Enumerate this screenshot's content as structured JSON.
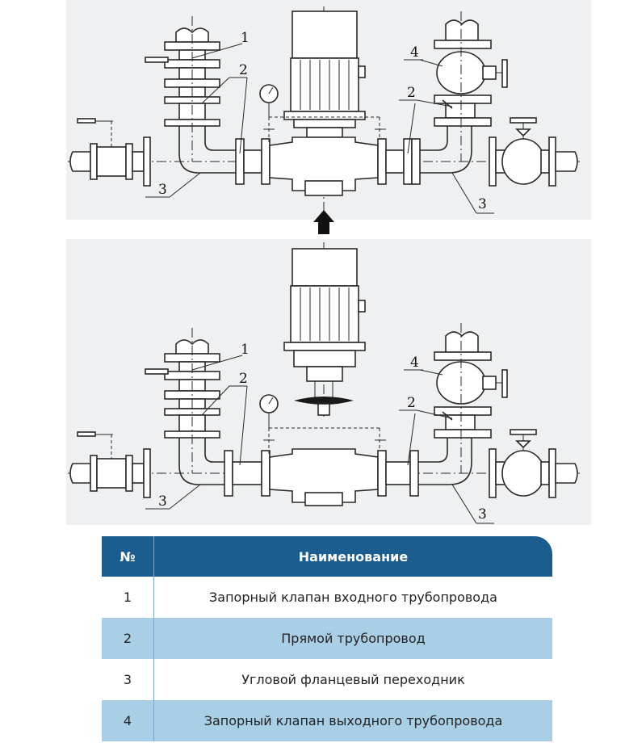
{
  "diagram": {
    "top_callouts": [
      "1",
      "2",
      "3",
      "4",
      "2",
      "3"
    ],
    "bottom_callouts": [
      "1",
      "2",
      "3",
      "4",
      "2",
      "3"
    ]
  },
  "table": {
    "header_num": "№",
    "header_name": "Наименование",
    "rows": [
      {
        "num": "1",
        "name": "Запорный клапан входного трубопровода"
      },
      {
        "num": "2",
        "name": "Прямой трубопровод"
      },
      {
        "num": "3",
        "name": "Угловой фланцевый переходник"
      },
      {
        "num": "4",
        "name": "Запорный клапан выходного трубопровода"
      }
    ]
  },
  "colors": {
    "header": "#1b5d8f",
    "row_alt": "#a9cfe6",
    "panel": "#eef0f2"
  }
}
